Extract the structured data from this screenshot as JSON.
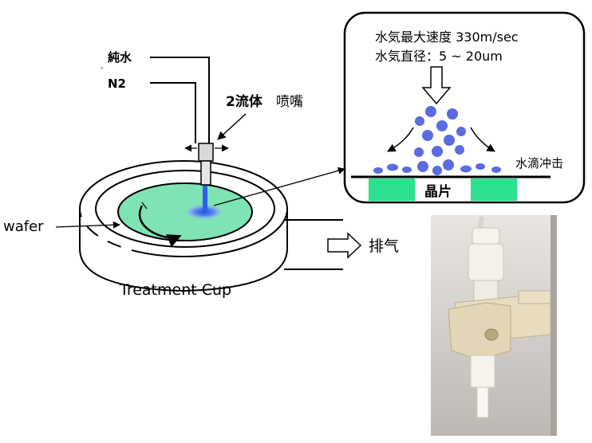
{
  "labels": {
    "pure_water": "純水",
    "n2": "N2",
    "two_fluid": "2流体",
    "nozzle": "喷嘴",
    "wafer": "wafer",
    "treatment_cup": "Treatment Cup",
    "exhaust": "排气"
  },
  "inset": {
    "line1": "水気最大速度 330m/sec",
    "line2": "水気直径：5 ~ 20um",
    "impact": "水滴冲击",
    "wafer_block": "晶片"
  },
  "colors": {
    "wafer_fill": "#7fe3b3",
    "wafer_block": "#2de08f",
    "droplet": "#5b6be0",
    "spray": "#2f5fe8",
    "stroke": "#000000"
  }
}
